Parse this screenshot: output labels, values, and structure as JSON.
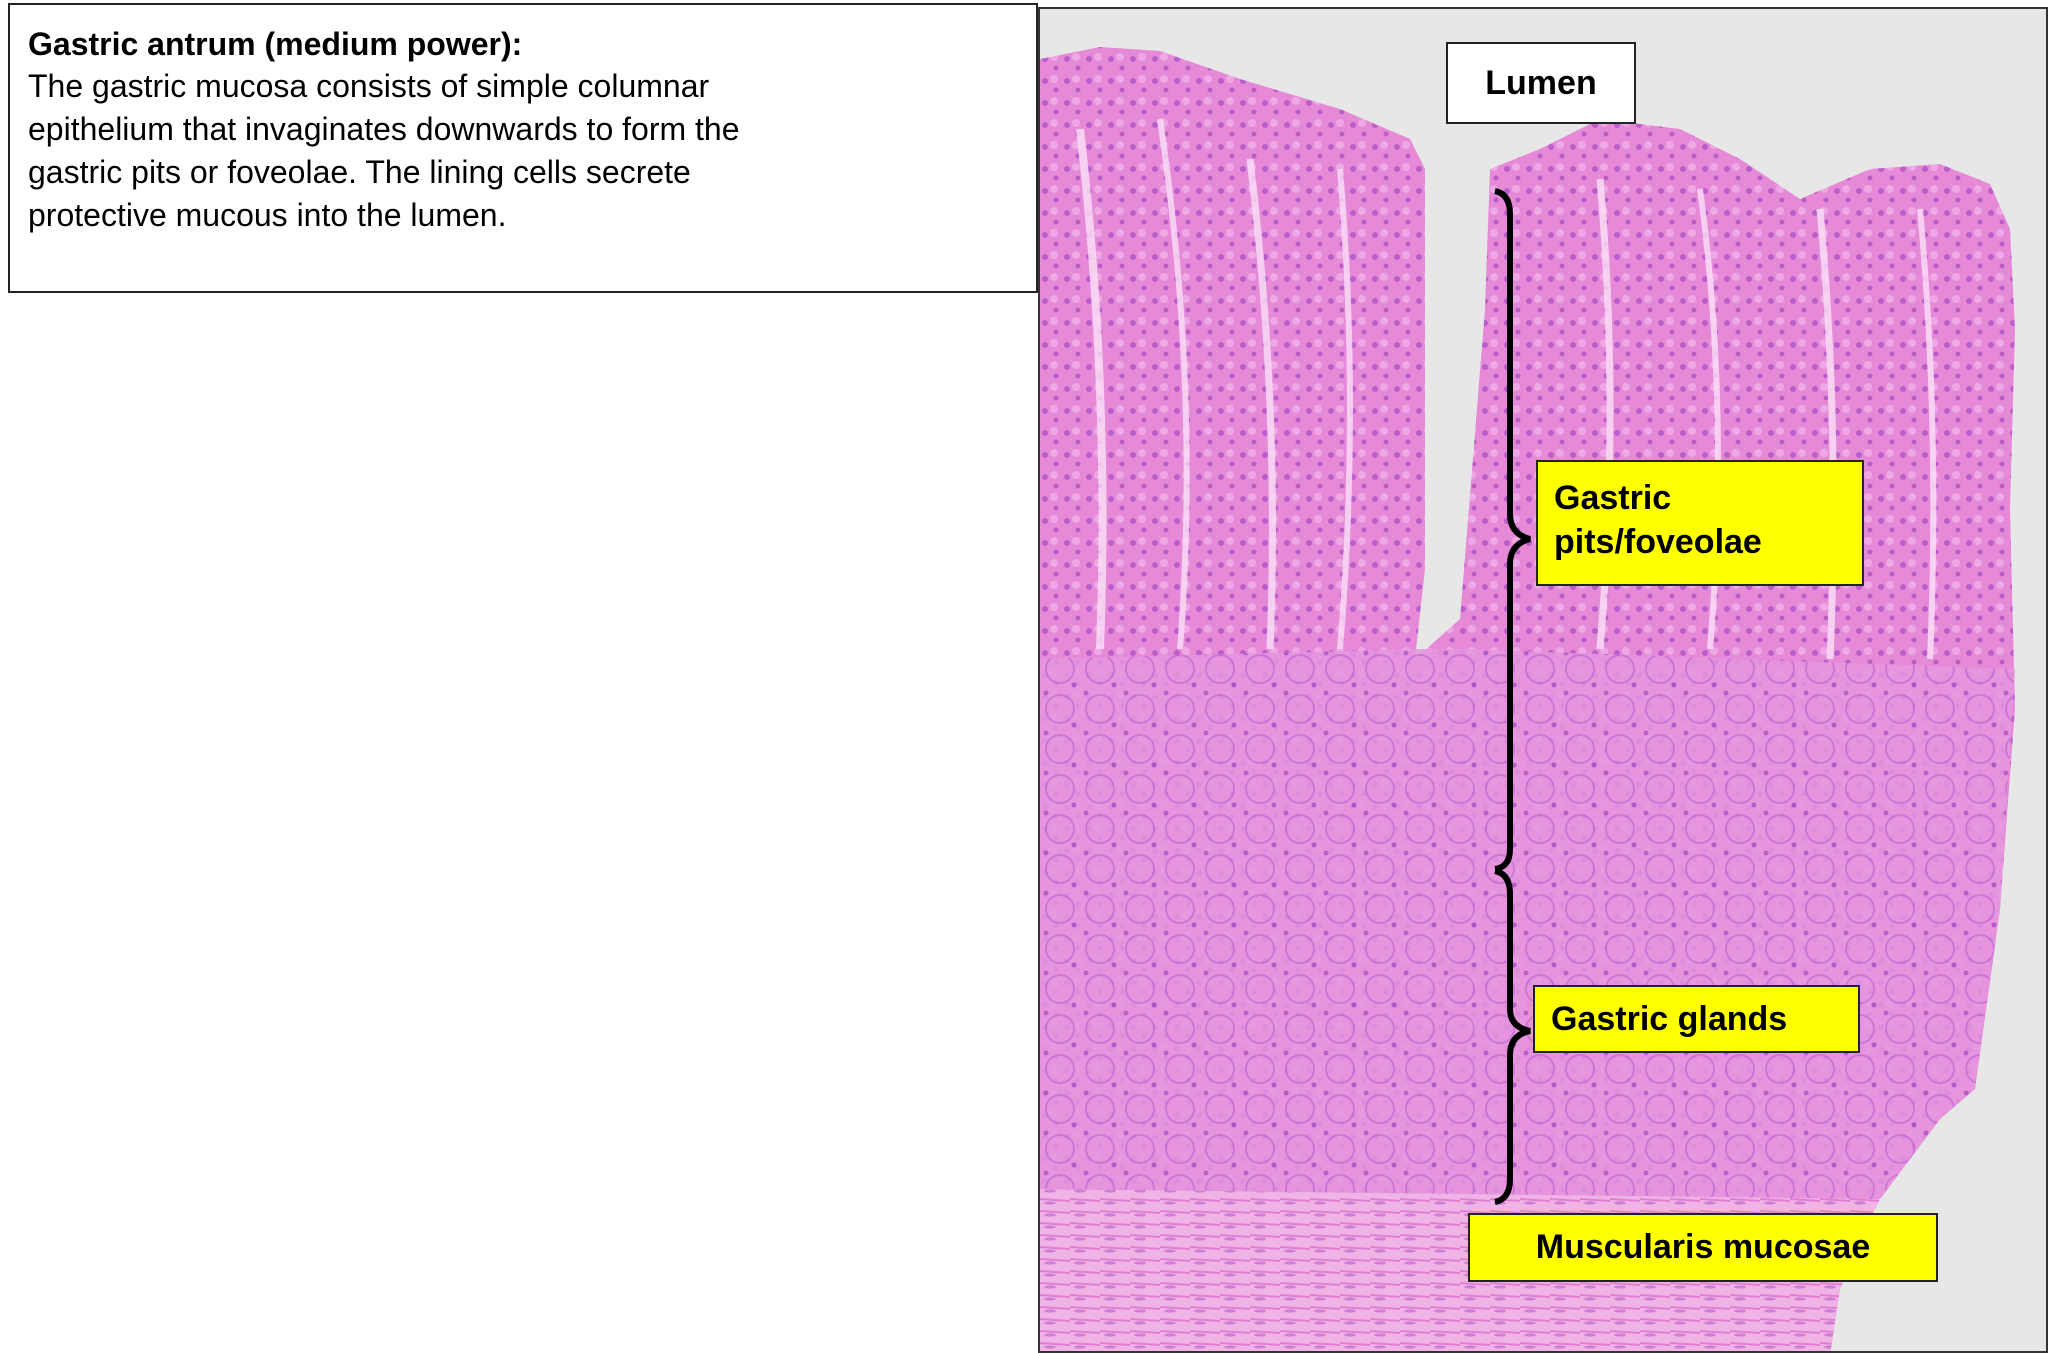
{
  "caption": {
    "title": "Gastric antrum (medium power):",
    "lines": [
      "The gastric mucosa consists of simple columnar",
      "epithelium that invaginates downwards to form the",
      "gastric pits or foveolae. The lining cells secrete",
      "protective mucous into the lumen."
    ]
  },
  "labels": {
    "lumen": "Lumen",
    "pits_line1": "Gastric",
    "pits_line2": "pits/foveolae",
    "glands": "Gastric glands",
    "muscularis": "Muscularis mucosae"
  },
  "colors": {
    "label_yellow": "#ffff00",
    "tissue_pink": "#e68ad8",
    "nuclei_purple": "#9b3fc0",
    "background": "#e7e7e7"
  }
}
